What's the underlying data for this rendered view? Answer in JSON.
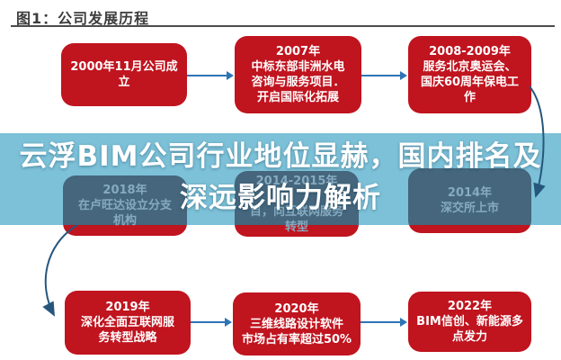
{
  "header": {
    "figure_label": "图1：公司发展历程"
  },
  "overlay_title": {
    "line1": "云浮BIM公司行业地位显赫，国内排名及",
    "line2": "深远影响力解析"
  },
  "timeline": {
    "nodes": {
      "n2000": {
        "lines": [
          "2000年11月公司成",
          "立"
        ]
      },
      "n2007": {
        "lines": [
          "2007年",
          "中标东部非洲水电",
          "咨询与服务项目．",
          "开启国际化拓展"
        ]
      },
      "n2008": {
        "lines": [
          "2008-2009年",
          "服务北京奥运会、",
          "国庆60周年保电工",
          "作"
        ]
      },
      "n2018": {
        "lines": [
          "2018年",
          "在卢旺达设立分支",
          "机构"
        ]
      },
      "n20142015": {
        "lines": [
          "2014-2015年",
          "",
          "目，向互联网服务",
          "转型"
        ]
      },
      "n2014": {
        "lines": [
          "2014年",
          "深交所上市"
        ]
      },
      "n2019": {
        "lines": [
          "2019年",
          "深化全面互联网服",
          "务转型战略"
        ]
      },
      "n2020": {
        "lines": [
          "2020年",
          "三维线路设计软件",
          "市场占有率超过50%"
        ]
      },
      "n2022": {
        "lines": [
          "2022年",
          "BIM信创、新能源多",
          "点发力"
        ]
      }
    }
  },
  "colors": {
    "box_red": "#c0141f",
    "arrow_blue": "#2e74b5",
    "curve_blue": "#27567d",
    "band_blue": "#7cc1d8",
    "muted_slate": "#45667c",
    "muted_text": "#86abc0",
    "header_text": "#3d3d3d"
  }
}
